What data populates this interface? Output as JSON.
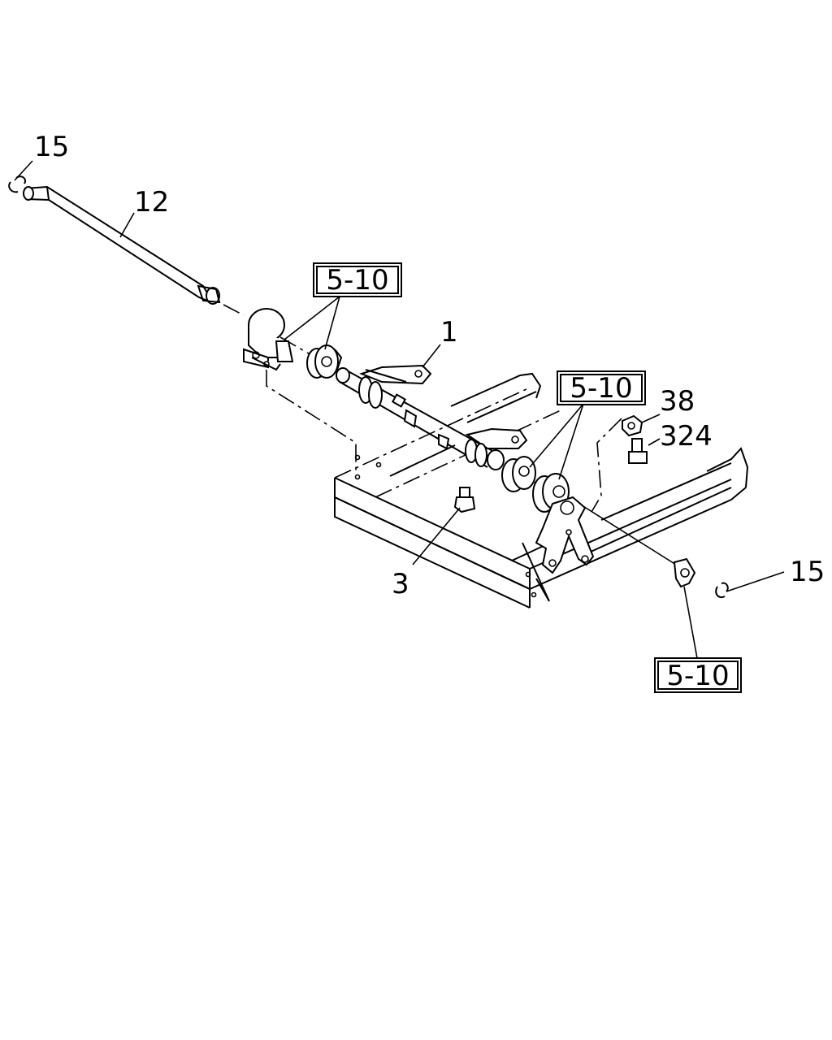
{
  "callouts": {
    "c15_top": "15",
    "c12": "12",
    "c1": "1",
    "c38": "38",
    "c324": "324",
    "c3": "3",
    "c15_right": "15"
  },
  "refs": {
    "r_left": "5-10",
    "r_mid": "5-10",
    "r_bottom": "5-10"
  }
}
